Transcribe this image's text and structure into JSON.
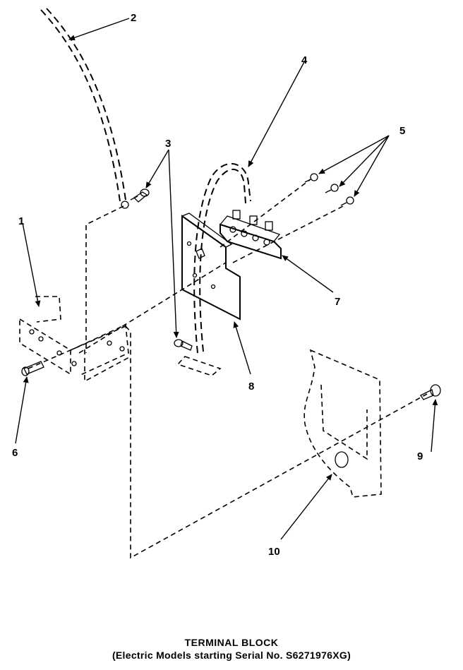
{
  "caption": {
    "title": "TERMINAL BLOCK",
    "subtitle": "(Electric Models starting Serial No. S6271976XG)"
  },
  "callouts": {
    "c1": "1",
    "c2": "2",
    "c3": "3",
    "c4": "4",
    "c5": "5",
    "c6": "6",
    "c7": "7",
    "c8": "8",
    "c9": "9",
    "c10": "10"
  }
}
